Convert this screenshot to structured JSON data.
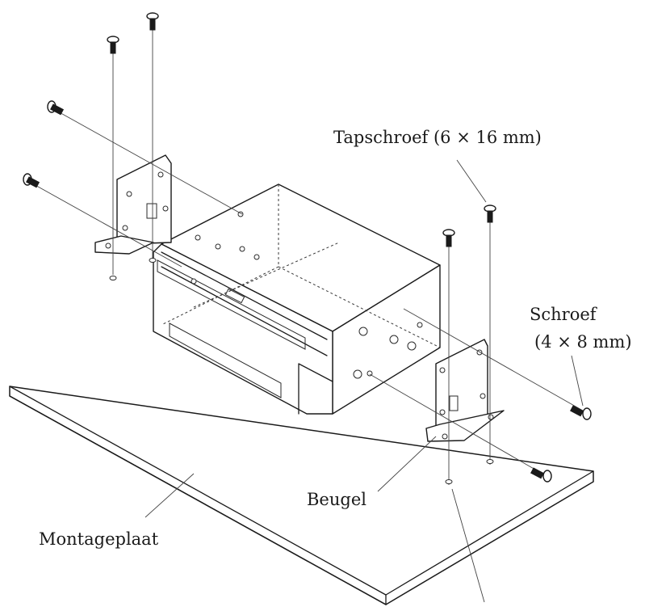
{
  "labels": {
    "tapping_screw": "Tapschroef (6 × 16 mm)",
    "screw_line1": "Schroef",
    "screw_line2": "(4 × 8 mm)",
    "bracket": "Beugel",
    "mounting_plate": "Montageplaat"
  },
  "icons": {
    "screw": "screw-icon",
    "bracket": "bracket-icon",
    "unit": "device-unit-icon"
  }
}
